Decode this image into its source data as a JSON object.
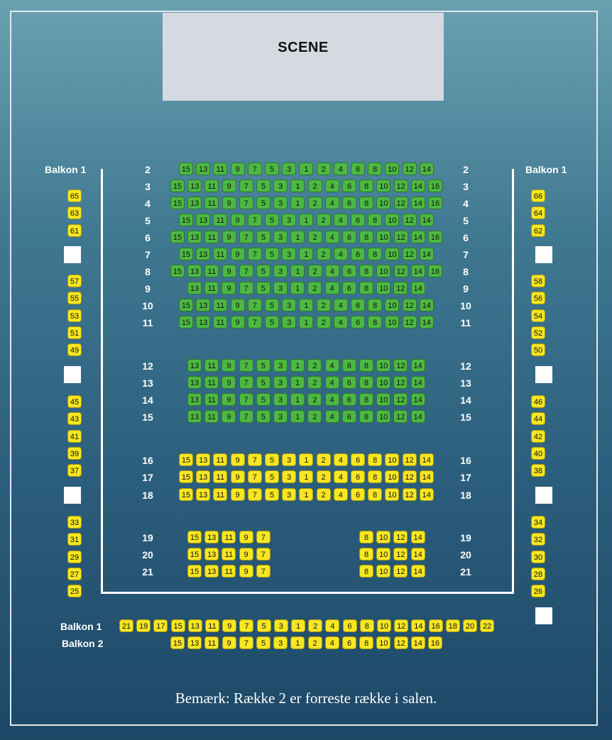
{
  "stage": {
    "label": "SCENE"
  },
  "balcony_side_label": "Balkon 1",
  "colors": {
    "green": "#4cb843",
    "yellow": "#f7e622"
  },
  "main_rows": [
    {
      "row": "2",
      "color": "green",
      "seats": [
        "15",
        "13",
        "11",
        "9",
        "7",
        "5",
        "3",
        "1",
        "2",
        "4",
        "6",
        "8",
        "10",
        "12",
        "14"
      ]
    },
    {
      "row": "3",
      "color": "green",
      "seats": [
        "15",
        "13",
        "11",
        "9",
        "7",
        "5",
        "3",
        "1",
        "2",
        "4",
        "6",
        "8",
        "10",
        "12",
        "14",
        "16"
      ]
    },
    {
      "row": "4",
      "color": "green",
      "seats": [
        "15",
        "13",
        "11",
        "9",
        "7",
        "5",
        "3",
        "1",
        "2",
        "4",
        "6",
        "8",
        "10",
        "12",
        "14",
        "16"
      ]
    },
    {
      "row": "5",
      "color": "green",
      "seats": [
        "15",
        "13",
        "11",
        "9",
        "7",
        "5",
        "3",
        "1",
        "2",
        "4",
        "6",
        "8",
        "10",
        "12",
        "14"
      ]
    },
    {
      "row": "6",
      "color": "green",
      "seats": [
        "15",
        "13",
        "11",
        "9",
        "7",
        "5",
        "3",
        "1",
        "2",
        "4",
        "6",
        "8",
        "10",
        "12",
        "14",
        "16"
      ]
    },
    {
      "row": "7",
      "color": "green",
      "seats": [
        "15",
        "13",
        "11",
        "9",
        "7",
        "5",
        "3",
        "1",
        "2",
        "4",
        "6",
        "8",
        "10",
        "12",
        "14"
      ]
    },
    {
      "row": "8",
      "color": "green",
      "seats": [
        "15",
        "13",
        "11",
        "9",
        "7",
        "5",
        "3",
        "1",
        "2",
        "4",
        "6",
        "8",
        "10",
        "12",
        "14",
        "16"
      ]
    },
    {
      "row": "9",
      "color": "green",
      "seats": [
        "13",
        "11",
        "9",
        "7",
        "5",
        "3",
        "1",
        "2",
        "4",
        "6",
        "8",
        "10",
        "12",
        "14"
      ]
    },
    {
      "row": "10",
      "color": "green",
      "seats": [
        "15",
        "13",
        "11",
        "9",
        "7",
        "5",
        "3",
        "1",
        "2",
        "4",
        "6",
        "8",
        "10",
        "12",
        "14"
      ]
    },
    {
      "row": "11",
      "color": "green",
      "seats": [
        "15",
        "13",
        "11",
        "9",
        "7",
        "5",
        "3",
        "1",
        "2",
        "4",
        "6",
        "8",
        "10",
        "12",
        "14"
      ]
    },
    {
      "row": "12",
      "color": "green",
      "seats": [
        "13",
        "11",
        "9",
        "7",
        "5",
        "3",
        "1",
        "2",
        "4",
        "6",
        "8",
        "10",
        "12",
        "14"
      ]
    },
    {
      "row": "13",
      "color": "green",
      "seats": [
        "13",
        "11",
        "9",
        "7",
        "5",
        "3",
        "1",
        "2",
        "4",
        "6",
        "8",
        "10",
        "12",
        "14"
      ]
    },
    {
      "row": "14",
      "color": "green",
      "seats": [
        "13",
        "11",
        "9",
        "7",
        "5",
        "3",
        "1",
        "2",
        "4",
        "6",
        "8",
        "10",
        "12",
        "14"
      ]
    },
    {
      "row": "15",
      "color": "green",
      "seats": [
        "13",
        "11",
        "9",
        "7",
        "5",
        "3",
        "1",
        "2",
        "4",
        "6",
        "8",
        "10",
        "12",
        "14"
      ]
    },
    {
      "row": "16",
      "color": "yellow",
      "seats": [
        "15",
        "13",
        "11",
        "9",
        "7",
        "5",
        "3",
        "1",
        "2",
        "4",
        "6",
        "8",
        "10",
        "12",
        "14"
      ]
    },
    {
      "row": "17",
      "color": "yellow",
      "seats": [
        "15",
        "13",
        "11",
        "9",
        "7",
        "5",
        "3",
        "1",
        "2",
        "4",
        "6",
        "8",
        "10",
        "12",
        "14"
      ]
    },
    {
      "row": "18",
      "color": "yellow",
      "seats": [
        "15",
        "13",
        "11",
        "9",
        "7",
        "5",
        "3",
        "1",
        "2",
        "4",
        "6",
        "8",
        "10",
        "12",
        "14"
      ]
    },
    {
      "row": "19",
      "color": "yellow",
      "seats": [
        "15",
        "13",
        "11",
        "9",
        "7",
        "8",
        "10",
        "12",
        "14"
      ]
    },
    {
      "row": "20",
      "color": "yellow",
      "seats": [
        "15",
        "13",
        "11",
        "9",
        "7",
        "8",
        "10",
        "12",
        "14"
      ]
    },
    {
      "row": "21",
      "color": "yellow",
      "seats": [
        "15",
        "13",
        "11",
        "9",
        "7",
        "8",
        "10",
        "12",
        "14"
      ]
    }
  ],
  "left_balcony": [
    {
      "seats": [
        "65",
        "63",
        "61"
      ]
    },
    {
      "seats": [
        "57",
        "55",
        "53",
        "51",
        "49"
      ]
    },
    {
      "seats": [
        "45",
        "43",
        "41",
        "39",
        "37"
      ]
    },
    {
      "seats": [
        "33",
        "31",
        "29",
        "27",
        "25"
      ]
    }
  ],
  "right_balcony": [
    {
      "seats": [
        "66",
        "64",
        "62"
      ]
    },
    {
      "seats": [
        "58",
        "56",
        "54",
        "52",
        "50"
      ]
    },
    {
      "seats": [
        "46",
        "44",
        "42",
        "40",
        "38"
      ]
    },
    {
      "seats": [
        "34",
        "32",
        "30",
        "28",
        "26"
      ]
    }
  ],
  "bottom_balconies": [
    {
      "label": "Balkon 1",
      "seats": [
        "21",
        "19",
        "17",
        "15",
        "13",
        "11",
        "9",
        "7",
        "5",
        "3",
        "1",
        "2",
        "4",
        "6",
        "8",
        "10",
        "12",
        "14",
        "16",
        "18",
        "20",
        "22"
      ]
    },
    {
      "label": "Balkon 2",
      "seats": [
        "15",
        "13",
        "11",
        "9",
        "7",
        "5",
        "3",
        "1",
        "2",
        "4",
        "6",
        "8",
        "10",
        "12",
        "14",
        "16"
      ]
    }
  ],
  "note": "Bemærk: Række 2 er forreste række i salen."
}
